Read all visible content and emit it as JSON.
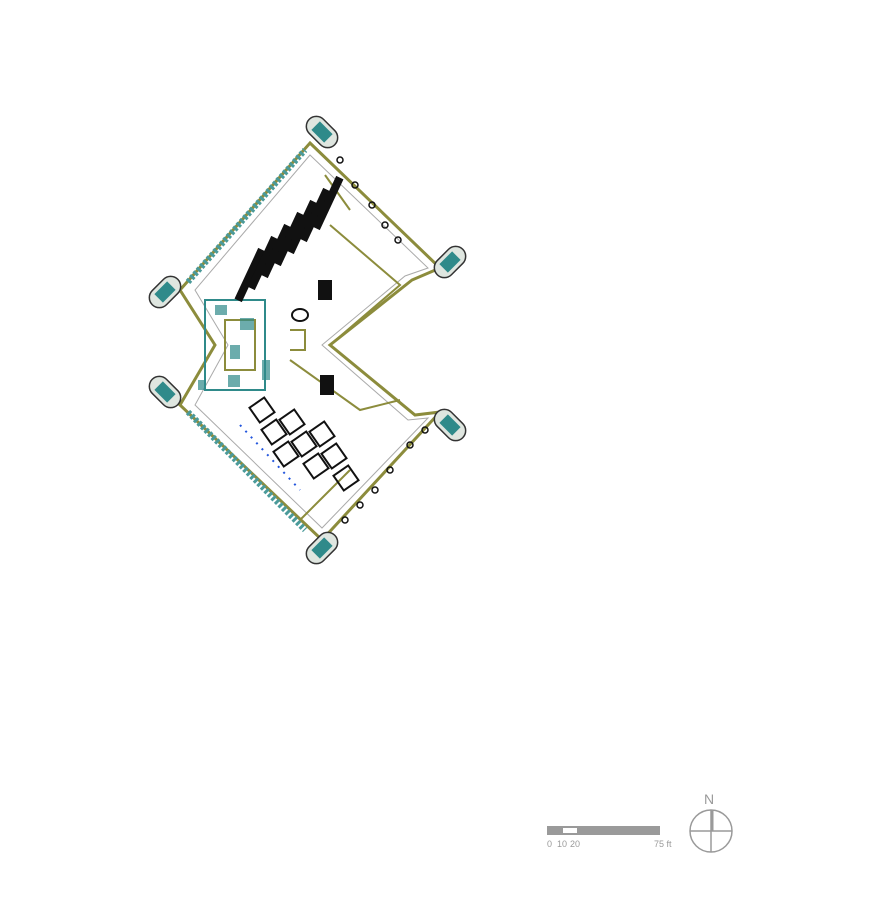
{
  "colors": {
    "wall": "#8c8c3c",
    "glazing": "#4a9a9a",
    "core": "#2f8a8a",
    "furniture": "#111111",
    "grey": "#9a9a9a",
    "accent_blue": "#2255dd"
  },
  "scale_bar": {
    "ticks": [
      "0",
      "10",
      "20"
    ],
    "end_label": "75 ft"
  },
  "north_arrow": {
    "label": "N"
  }
}
